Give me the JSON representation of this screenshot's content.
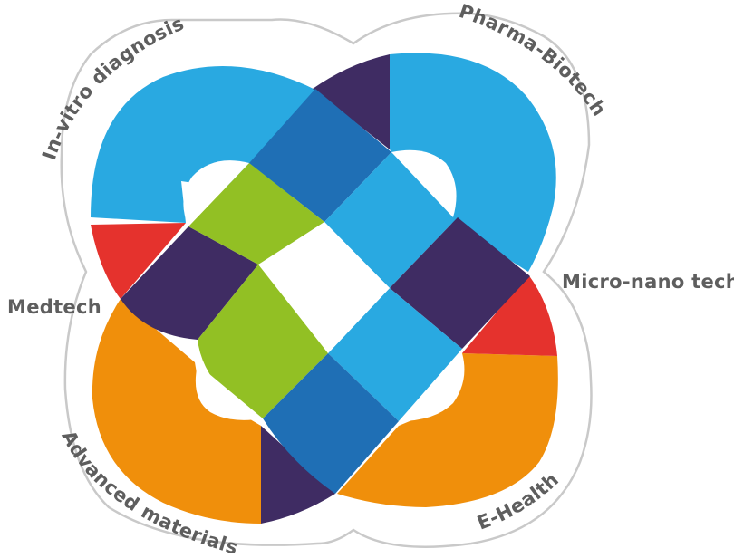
{
  "labels": {
    "in_vitro": "In-vitro diagnosis",
    "pharma": "Pharma-Biotech",
    "micro_nano": "Micro-nano tech",
    "medtech": "Medtech",
    "advanced_materials": "Advanced materials",
    "ehealth": "E-Health"
  },
  "colors": {
    "light_blue": "#29a9e1",
    "mid_blue": "#1f6fb5",
    "dark_purple": "#3f2c63",
    "green": "#92c024",
    "orange": "#f08f0b",
    "red": "#e5322d",
    "outline": "#c9c9c9",
    "label_text": "#5e5e5e"
  }
}
